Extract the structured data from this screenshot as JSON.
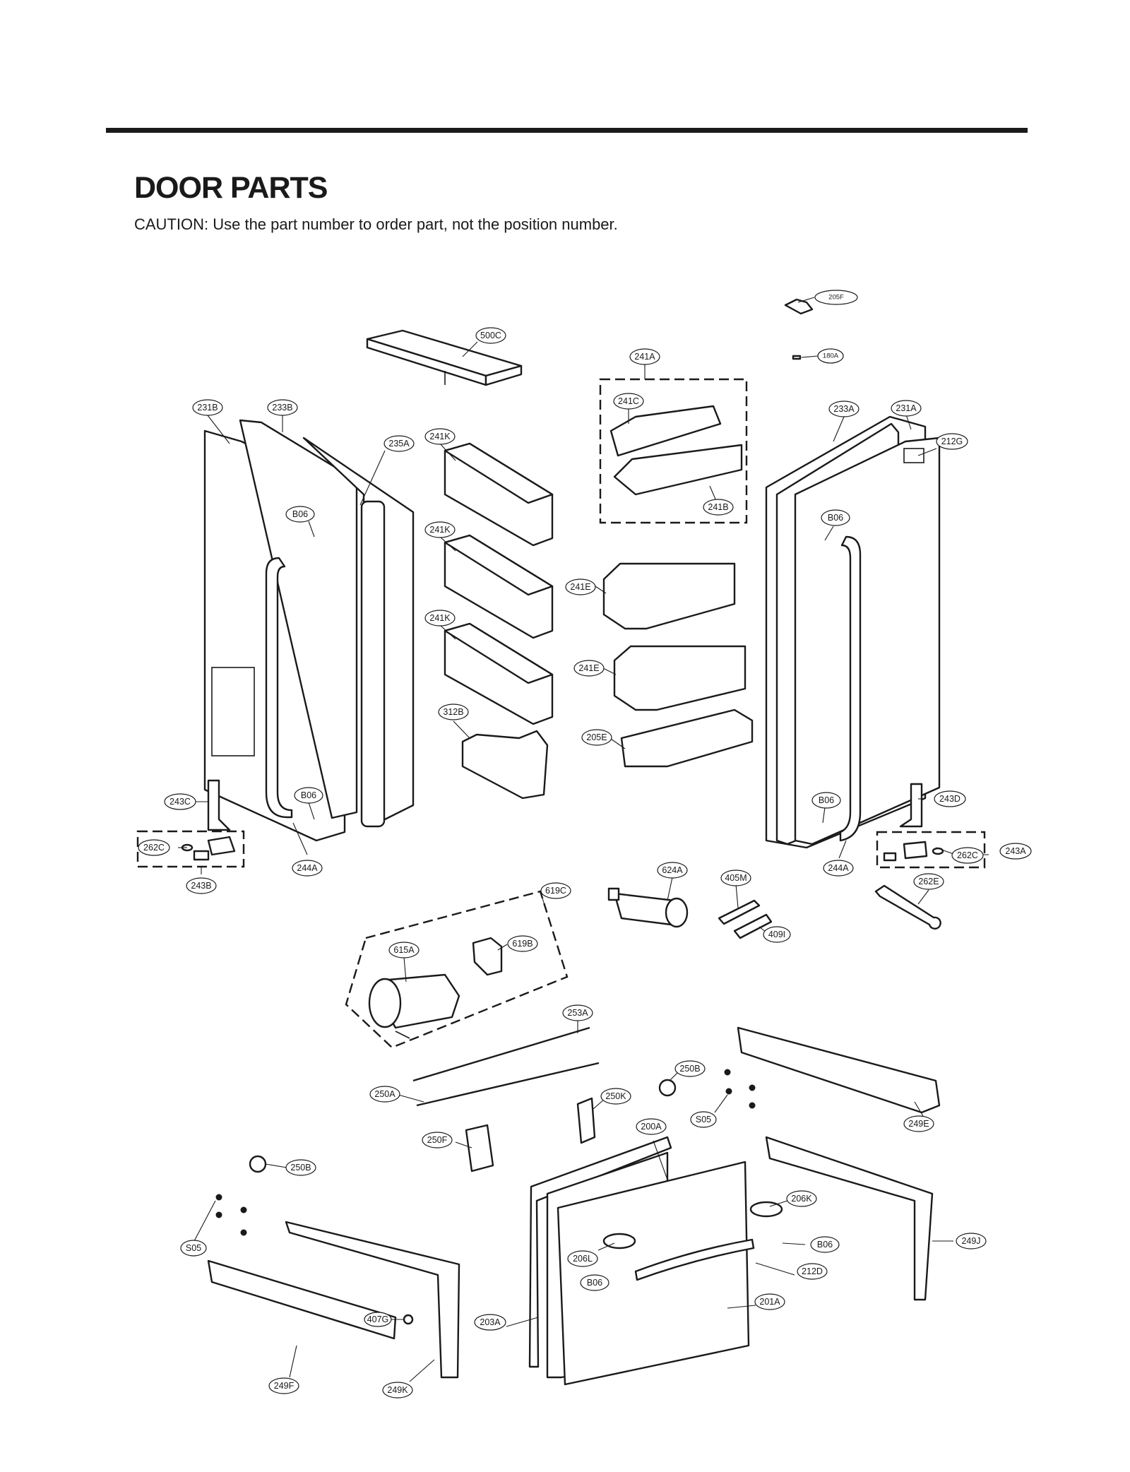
{
  "header": {
    "title": "DOOR PARTS",
    "caution": "CAUTION: Use the part number to order part, not the position number."
  },
  "callouts": {
    "p205F": "205F",
    "p500C": "500C",
    "p180A": "180A",
    "p241A": "241A",
    "p231B": "231B",
    "p233B": "233B",
    "p241C": "241C",
    "p233A": "233A",
    "p231A": "231A",
    "p212G": "212G",
    "p235A": "235A",
    "p241K_1": "241K",
    "p241K_2": "241K",
    "p241K_3": "241K",
    "p241B": "241B",
    "p241E_1": "241E",
    "p241E_2": "241E",
    "pB06_1": "B06",
    "pB06_2": "B06",
    "pB06_3": "B06",
    "pB06_4": "B06",
    "pB06_5": "B06",
    "pB06_6": "B06",
    "p312B": "312B",
    "p205E": "205E",
    "p243C": "243C",
    "p243D": "243D",
    "p262C_1": "262C",
    "p262C_2": "262C",
    "p243A": "243A",
    "p243B": "243B",
    "p244A_1": "244A",
    "p244A_2": "244A",
    "p624A": "624A",
    "p405M": "405M",
    "p262E": "262E",
    "p619C": "619C",
    "p409I": "409I",
    "p615A": "615A",
    "p619B": "619B",
    "p253A": "253A",
    "p250B_1": "250B",
    "p250B_2": "250B",
    "p250A": "250A",
    "p250K": "250K",
    "pS05_1": "S05",
    "pS05_2": "S05",
    "p249E": "249E",
    "p200A": "200A",
    "p250F": "250F",
    "p206K": "206K",
    "p249J": "249J",
    "p206L": "206L",
    "p212D": "212D",
    "p201A": "201A",
    "p203A": "203A",
    "p407G": "407G",
    "p249F": "249F",
    "p249K": "249K"
  }
}
